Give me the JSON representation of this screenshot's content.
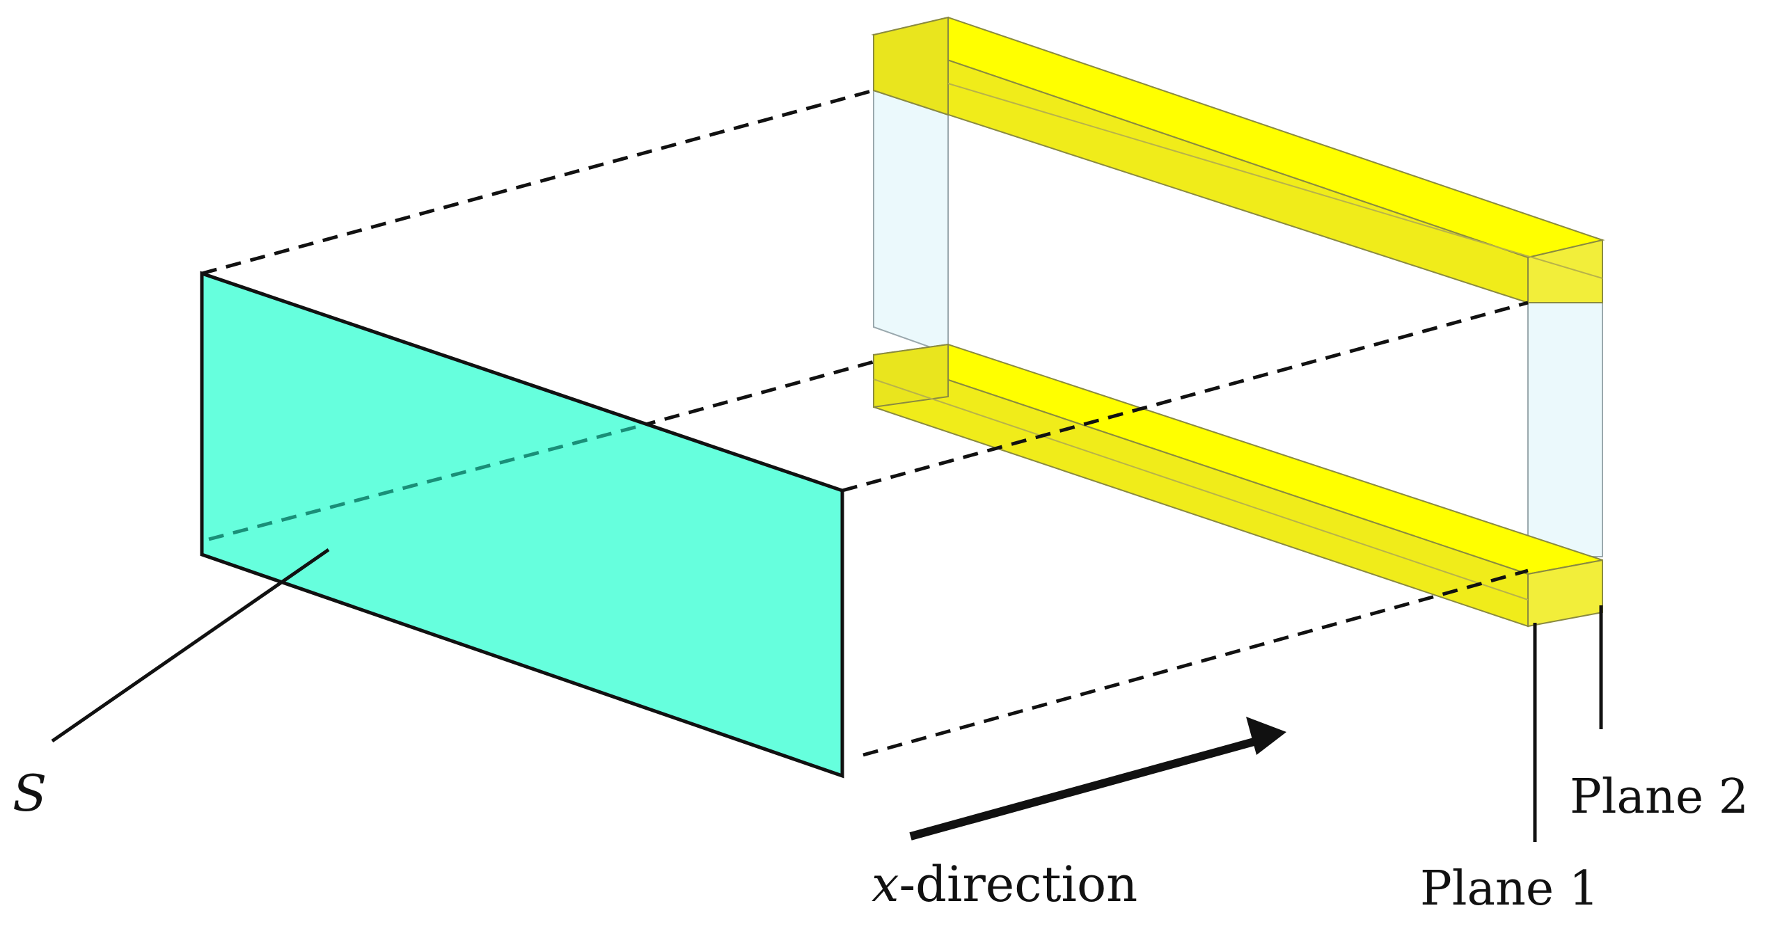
{
  "labels": {
    "surface": "S",
    "direction_var": "x",
    "direction_text": "-direction",
    "plane1": "Plane 1",
    "plane2": "Plane 2"
  },
  "colors": {
    "surface_fill": "#66ffdd",
    "surface_hidden_dash": "#1a8f78",
    "rod_face": "#ffff00",
    "rod_side": "#e6e600",
    "rod_end": "#f2ee3a",
    "post_fill": "#e8f8fb",
    "post_stroke": "#9aa8ad",
    "line": "#111111"
  }
}
